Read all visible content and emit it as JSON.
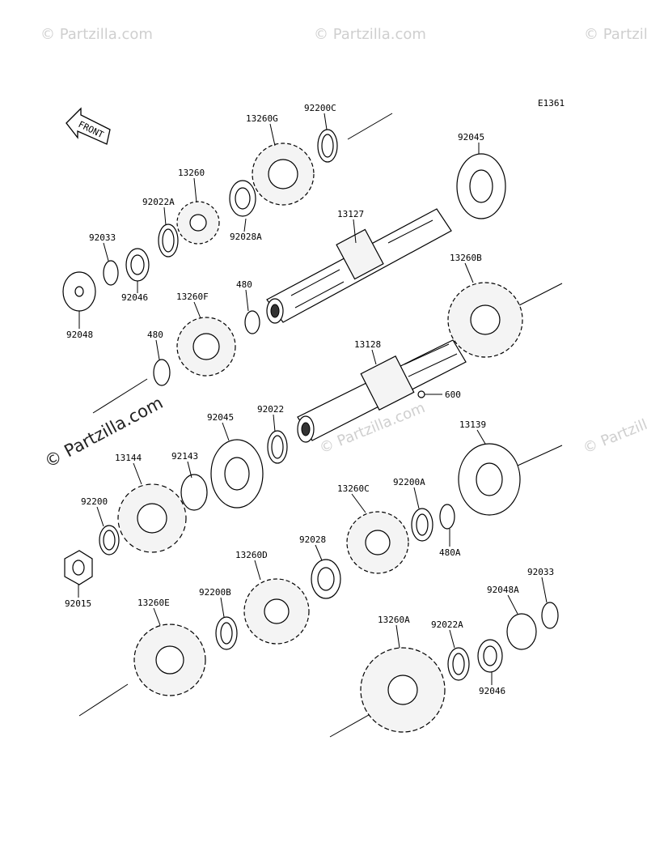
{
  "diagram_code": "E1361",
  "front_label": "FRONT",
  "watermarks": {
    "small": "© Partzilla.com",
    "big": "© Partzilla.com"
  },
  "parts": {
    "p13260G": "13260G",
    "p92200C": "92200C",
    "p92045a": "92045",
    "p13260": "13260",
    "p92022A": "92022A",
    "p92028A": "92028A",
    "p13127": "13127",
    "p92033a": "92033",
    "p92046a": "92046",
    "p92048": "92048",
    "p13260F": "13260F",
    "p480a": "480",
    "p480b": "480",
    "p13260B": "13260B",
    "p13128": "13128",
    "p600": "600",
    "p92045b": "92045",
    "p92022": "92022",
    "p13139": "13139",
    "p13144": "13144",
    "p92143": "92143",
    "p92200": "92200",
    "p13260C": "13260C",
    "p92200A": "92200A",
    "p480A": "480A",
    "p92015": "92015",
    "p92028": "92028",
    "p13260D": "13260D",
    "p92033b": "92033",
    "p92048A": "92048A",
    "p13260E": "13260E",
    "p92200B": "92200B",
    "p13260A": "13260A",
    "p92022Ab": "92022A",
    "p92046b": "92046"
  }
}
